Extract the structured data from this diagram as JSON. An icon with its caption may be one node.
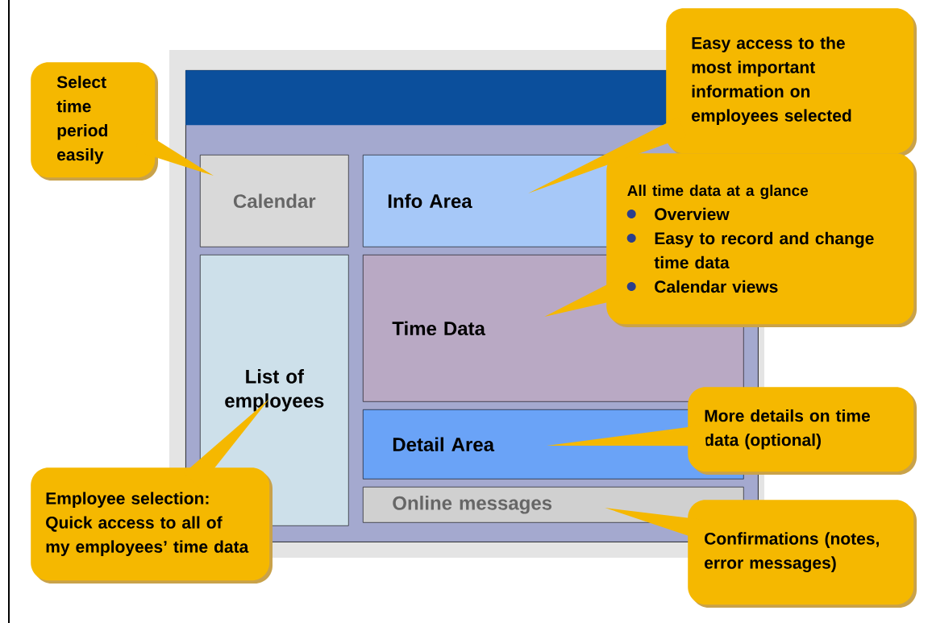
{
  "diagram": {
    "nodes": [
      {
        "text": [
          "Easy access to the most important information on employees selected"
        ]
      },
      {
        "text": [
          "Select time period easily"
        ]
      },
      {
        "text": [],
        "shape": "box"
      },
      {
        "text": [
          "Calendar"
        ],
        "in": 2
      },
      {
        "text": [
          "Info Area"
        ],
        "in": 2
      },
      {
        "text": [
          "All time data at a glance",
          "Overview",
          "Easy to record and change time data",
          "Calendar views"
        ]
      },
      {
        "text": [
          "Time Data"
        ],
        "in": 2
      },
      {
        "text": [
          "List of employees"
        ],
        "in": 2
      },
      {
        "text": [
          "More details on time data (optional)"
        ]
      },
      {
        "text": [
          "Detail Area"
        ],
        "in": 2
      },
      {
        "text": [
          "Online messages"
        ],
        "in": 2
      },
      {
        "text": [
          "Employee selection: Quick access to all of my employees’ time data"
        ]
      },
      {
        "text": [
          "Confirmations (notes, error messages)"
        ]
      },
      {
        "text": [],
        "shape": "bar",
        "in": 2
      }
    ],
    "edges": [
      {
        "from": 1,
        "to": 3,
        "arrow": "none"
      },
      {
        "from": 0,
        "to": 4,
        "arrow": "none"
      },
      {
        "from": 5,
        "to": 6,
        "arrow": "none"
      },
      {
        "from": 8,
        "to": 9,
        "arrow": "none"
      },
      {
        "from": 11,
        "to": 7,
        "arrow": "none"
      },
      {
        "from": 12,
        "to": 10,
        "arrow": "none"
      }
    ]
  }
}
